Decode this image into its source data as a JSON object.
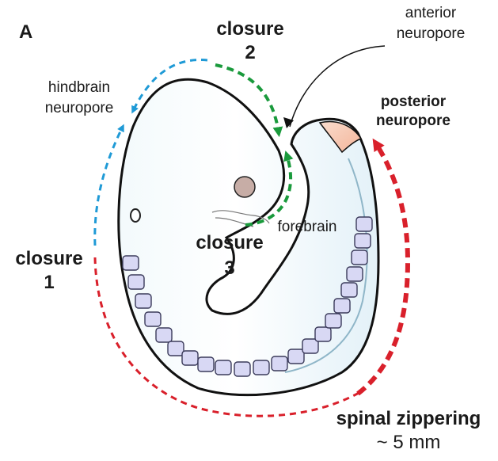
{
  "panel_letter": "A",
  "labels": {
    "closure2_word": "closure",
    "closure2_num": "2",
    "anterior_line1": "anterior",
    "anterior_line2": "neuropore",
    "hindbrain_line1": "hindbrain",
    "hindbrain_line2": "neuropore",
    "posterior_line1": "posterior",
    "posterior_line2": "neuropore",
    "closure1_word": "closure",
    "closure1_num": "1",
    "closure3_word": "closure",
    "closure3_num": "3",
    "forebrain": "forebrain",
    "spinal_line1": "spinal zippering",
    "spinal_line2": "~ 5 mm"
  },
  "colors": {
    "blue_arrow": "#1f9ad6",
    "green_arrow": "#1a9a3c",
    "red_arrow": "#d9202b",
    "outline": "#111111",
    "somite_fill": "#d8d8f4",
    "somite_stroke": "#3a3a5a",
    "eye_fill": "#c7ada6"
  }
}
